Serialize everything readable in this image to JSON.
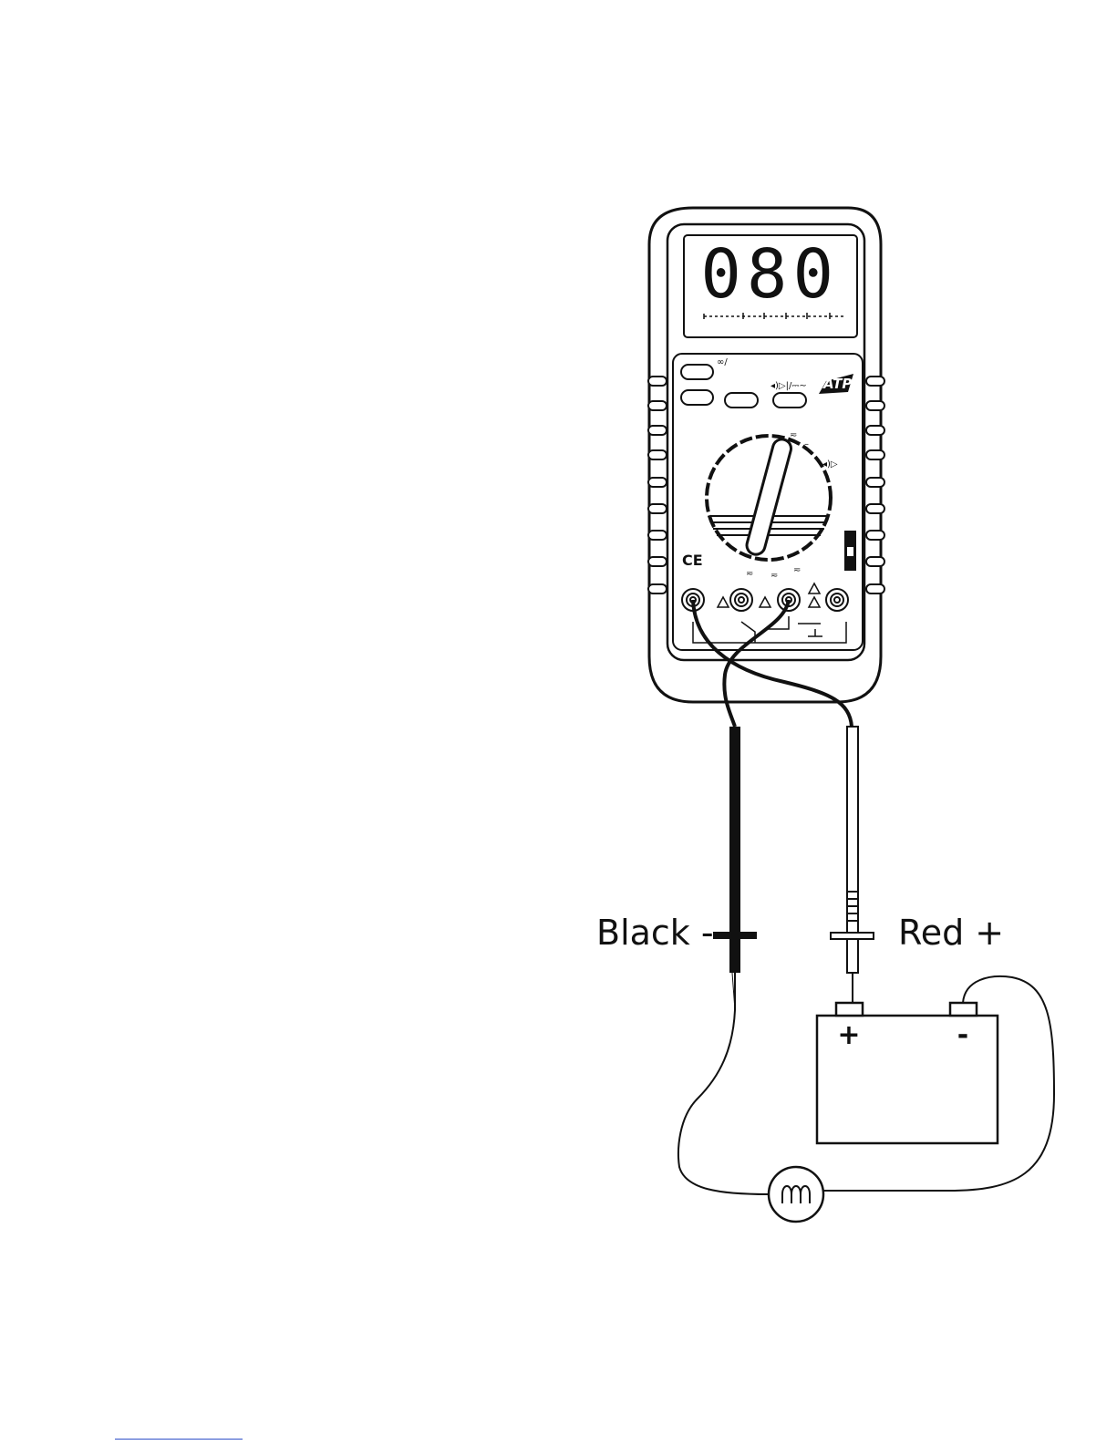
{
  "figure": {
    "subject": "multimeter",
    "display": {
      "reading": "080"
    },
    "logo": "ATP",
    "ce_mark": "CE",
    "leads": {
      "black": {
        "label": "Black -"
      },
      "red": {
        "label": "Red +"
      }
    },
    "battery": {
      "positive_terminal": "+",
      "negative_terminal": "-"
    },
    "load": "lamp-filament"
  },
  "colors": {
    "line": "#111111",
    "background": "#ffffff",
    "link_underline": "#3050c8"
  }
}
